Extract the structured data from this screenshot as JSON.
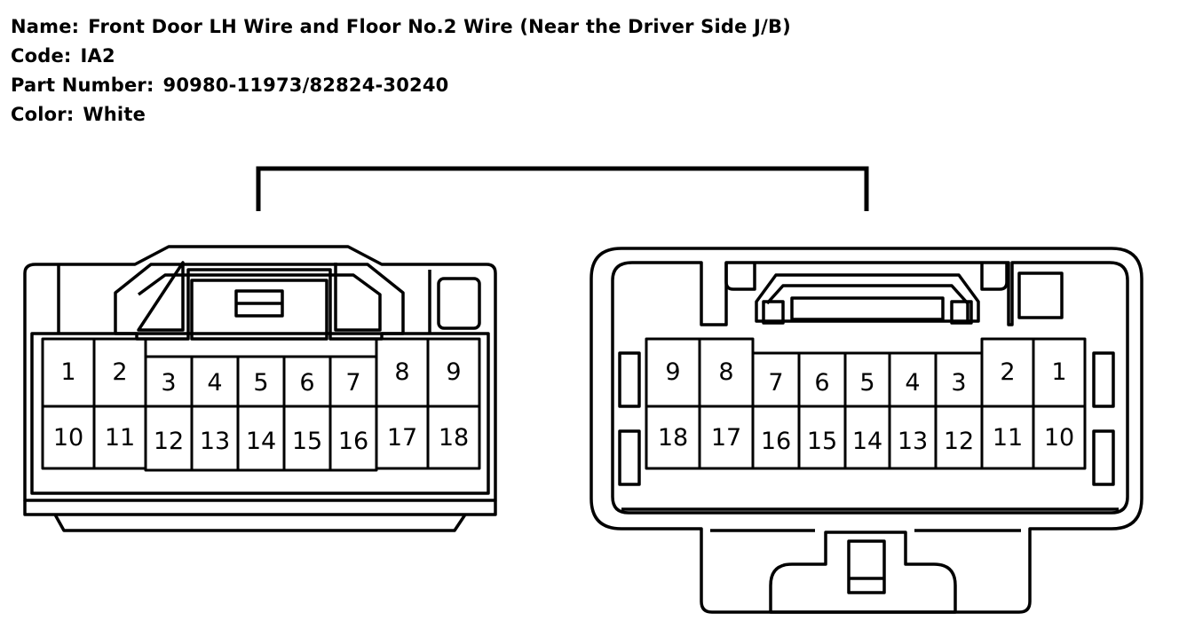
{
  "connector": {
    "name_label": "Name:",
    "name": "Front Door LH Wire and Floor No.2 Wire (Near the Driver Side J/B)",
    "code_label": "Code:",
    "code": "IA2",
    "part_number_label": "Part Number:",
    "part_number": "90980-11973/82824-30240",
    "color_label": "Color:",
    "color": "White"
  },
  "left_connector": {
    "top_row": [
      "1",
      "2",
      "3",
      "4",
      "5",
      "6",
      "7",
      "8",
      "9"
    ],
    "bottom_row": [
      "10",
      "11",
      "12",
      "13",
      "14",
      "15",
      "16",
      "17",
      "18"
    ]
  },
  "right_connector": {
    "top_row": [
      "9",
      "8",
      "7",
      "6",
      "5",
      "4",
      "3",
      "2",
      "1"
    ],
    "bottom_row": [
      "18",
      "17",
      "16",
      "15",
      "14",
      "13",
      "12",
      "11",
      "10"
    ]
  }
}
